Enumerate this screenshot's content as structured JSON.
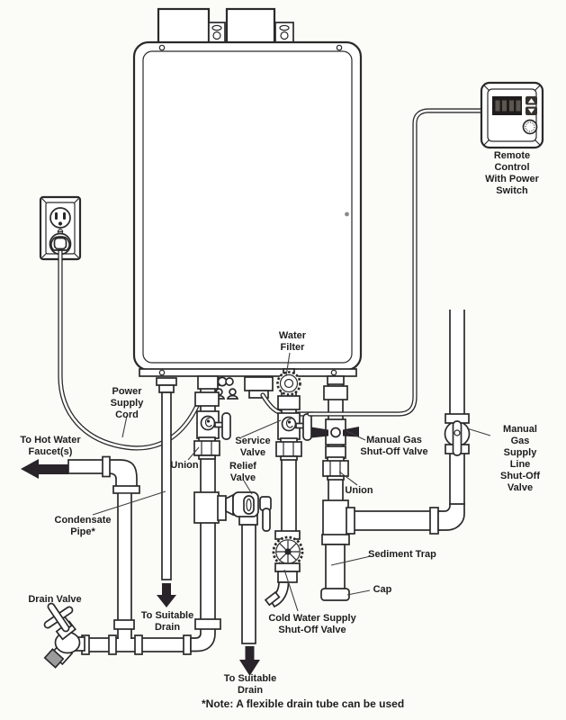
{
  "colors": {
    "ink": "#2a2a2a",
    "background": "#fbfbf8",
    "arrow_fill": "#29242a",
    "spout_gray": "#9b9b9b"
  },
  "labels": {
    "remote_control": "Remote Control\nWith Power Switch",
    "power_supply_cord": "Power\nSupply\nCord",
    "to_hot_water_faucets": "To Hot Water\nFaucet(s)",
    "union_hot_water": "Union",
    "condensate_pipe": "Condensate\nPipe*",
    "drain_valve": "Drain Valve",
    "to_suitable_drain_condensate": "To Suitable\nDrain",
    "service_valve": "Service\nValve",
    "relief_valve": "Relief\nValve",
    "water_filter": "Water\nFilter",
    "cold_water_supply_shut_off_valve": "Cold Water Supply\nShut-Off Valve",
    "to_suitable_drain_relief": "To Suitable\nDrain",
    "manual_gas_shut_off_valve": "Manual Gas\nShut-Off Valve",
    "union_gas": "Union",
    "sediment_trap": "Sediment Trap",
    "cap": "Cap",
    "manual_gas_supply_line_shut_off_valve": "Manual Gas\nSupply Line\nShut-Off Valve",
    "footnote": "*Note: A flexible drain tube can be used"
  }
}
